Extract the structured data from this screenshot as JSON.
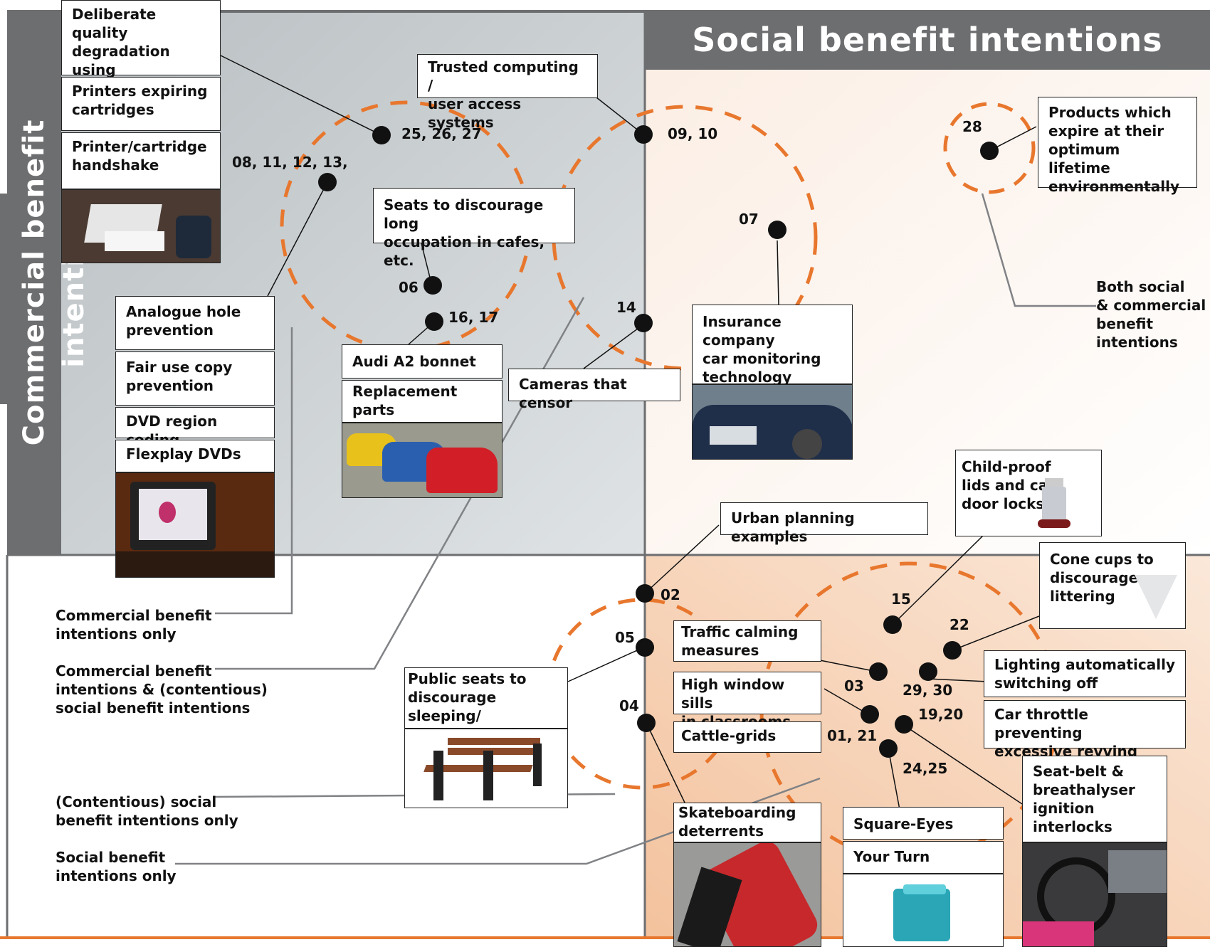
{
  "colors": {
    "commercial_panel": "#c9ced1",
    "social_panel": "#f4d0b4",
    "header_bar": "#6d6e70",
    "circle": "#e8772e",
    "dot": "#111111"
  },
  "titles": {
    "commercial": "Commercial benefit intentions",
    "social": "Social benefit intentions"
  },
  "legend": {
    "commercial_only": "Commercial benefit\nintentions only",
    "commercial_and_contentious": "Commercial benefit\nintentions & (contentious)\nsocial benefit intentions",
    "contentious_social_only": "(Contentious) social\nbenefit intentions only",
    "social_only": "Social benefit\nintentions only",
    "both": "Both social\n& commercial\nbenefit\nintentions"
  },
  "labels": {
    "deliberate_quality": "Deliberate quality\ndegradation using\nnon-std cartridge",
    "printers_expiring": "Printers expiring\ncartridges",
    "printer_handshake": "Printer/cartridge\nhandshake",
    "trusted_computing": "Trusted computing /\nuser access systems",
    "products_expire": "Products which\nexpire at their\noptimum lifetime\nenvironmentally",
    "seats_cafes": "Seats to discourage long\noccupation in cafes, etc.",
    "analogue_hole": "Analogue hole\nprevention",
    "fair_use": "Fair use copy\nprevention",
    "dvd_region": "DVD region coding",
    "flexplay": "Flexplay DVDs",
    "audi": "Audi A2 bonnet",
    "replacement_parts": "Replacement parts\nlock-in",
    "cameras_censor": "Cameras that censor",
    "insurance": "Insurance company\ncar monitoring\ntechnology",
    "child_proof": "Child-proof\nlids and car\ndoor locks",
    "urban_planning": "Urban planning examples",
    "cone_cups": "Cone cups to\ndiscourage\nlittering",
    "traffic_calming": "Traffic calming\nmeasures",
    "window_sills": "High window sills\nin classrooms",
    "cattle_grids": "Cattle-grids",
    "lighting": "Lighting automatically\nswitching off",
    "car_throttle": "Car throttle preventing\nexcessive revving",
    "public_seats": "Public seats to\ndiscourage sleeping/\nlong occupation",
    "skateboarding": "Skateboarding\ndeterrents",
    "square_eyes": "Square-Eyes",
    "your_turn": "Your Turn",
    "seat_belt": "Seat-belt &\nbreathalyser\nignition\ninterlocks"
  },
  "numbers": {
    "n25_26_27": "25, 26, 27",
    "n08_11_12_13": "08, 11, 12, 13,",
    "n09_10": "09, 10",
    "n28": "28",
    "n07": "07",
    "n06": "06",
    "n16_17": "16, 17",
    "n14": "14",
    "n02": "02",
    "n15": "15",
    "n22": "22",
    "n05": "05",
    "n03": "03",
    "n29_30": "29, 30",
    "n04": "04",
    "n19_20": "19,20",
    "n01_21": "01, 21",
    "n24_25": "24,25"
  }
}
